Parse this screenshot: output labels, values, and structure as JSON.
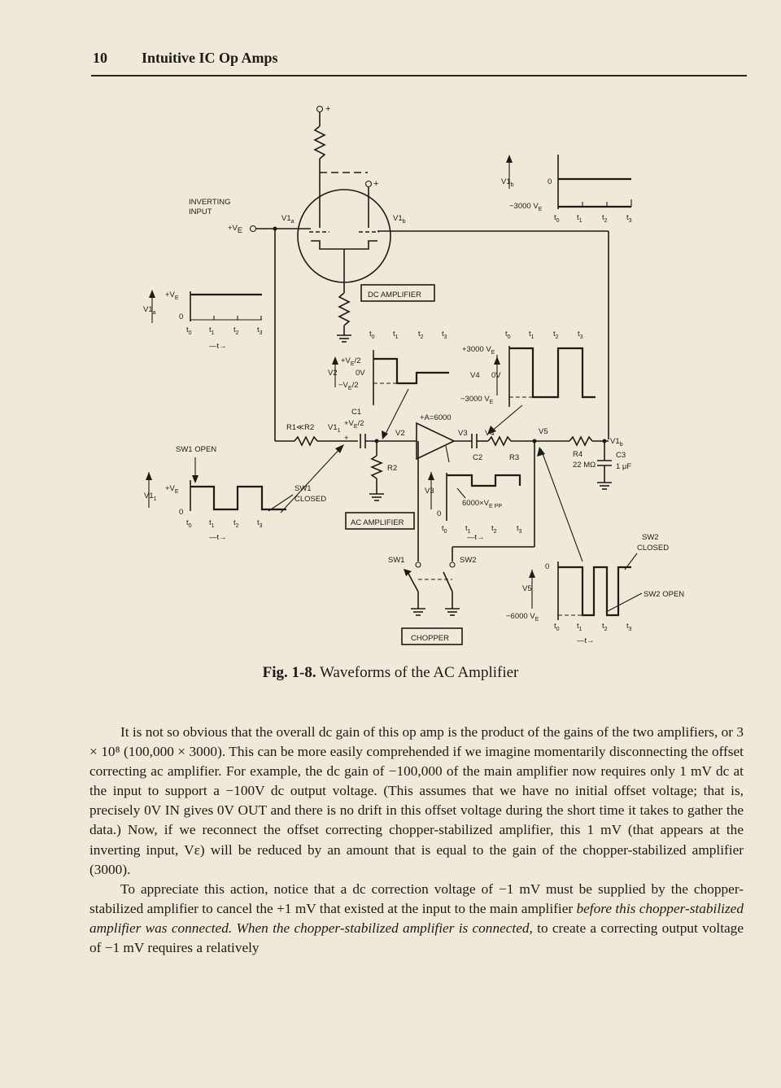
{
  "header": {
    "page_number": "10",
    "book_title": "Intuitive IC Op Amps"
  },
  "figure": {
    "labels": {
      "inverting_input": "INVERTING",
      "inverting_input2": "INPUT",
      "plus_ve": "+V",
      "v1a": "V1",
      "v1b": "V1",
      "dc_amplifier": "DC AMPLIFIER",
      "ac_amplifier": "AC AMPLIFIER",
      "chopper": "CHOPPER",
      "sw1": "SW1",
      "sw2": "SW2",
      "sw1_open": "SW1 OPEN",
      "sw1_closed_1": "SW1",
      "sw1_closed_2": "CLOSED",
      "sw2_closed_1": "SW2",
      "sw2_closed_2": "CLOSED",
      "sw2_open": "SW2 OPEN",
      "r1_r2": "R1≪R2",
      "c1": "C1",
      "c2": "C2",
      "c3": "C3",
      "c3_value": "1 μF",
      "r2": "R2",
      "r3": "R3",
      "r4": "R4",
      "r4_value": "22 MΩ",
      "gain": "+A=6000",
      "v2": "V2",
      "v3": "V3",
      "v4": "V4",
      "v5": "V5",
      "plus_ve_half": "+V",
      "zero_v": "0V",
      "minus_ve_half": "−V",
      "plus_3000": "+3000 V",
      "minus_3000": "−3000 V",
      "minus_6000": "−6000 V",
      "amp_6000": "6000×V",
      "zero": "0",
      "t": "t",
      "t0": "t",
      "t1": "t",
      "t2": "t",
      "t3": "t"
    },
    "caption_label": "Fig. 1-8.",
    "caption_text": "Waveforms of the AC Amplifier"
  },
  "body": {
    "p1": "It is not so obvious that the overall dc gain of this op amp is the product of the gains of the two amplifiers, or 3 × 10⁸ (100,000 × 3000). This can be more easily comprehended if we imagine momentarily disconnecting the offset correcting ac amplifier. For example, the dc gain of −100,000 of the main amplifier now requires only 1 mV dc at the input to support a −100V dc output voltage. (This assumes that we have no initial offset voltage; that is, precisely 0V IN gives 0V OUT and there is no drift in this offset voltage during the short time it takes to gather the data.) Now, if we reconnect the offset correcting chopper-stabilized amplifier, this 1 mV (that appears at the inverting input, Vε) will be reduced by an amount that is equal to the gain of the chopper-stabilized amplifier (3000).",
    "p2_start": "To appreciate this action, notice that a dc correction voltage of −1 mV must be supplied by the chopper-stabilized amplifier to cancel the +1 mV that existed at the input to the main amplifier ",
    "p2_italic": "before this chopper-stabilized amplifier was connected. When the chopper-stabilized amplifier is connected,",
    "p2_end": " to create a correcting output voltage of −1 mV requires a relatively"
  }
}
